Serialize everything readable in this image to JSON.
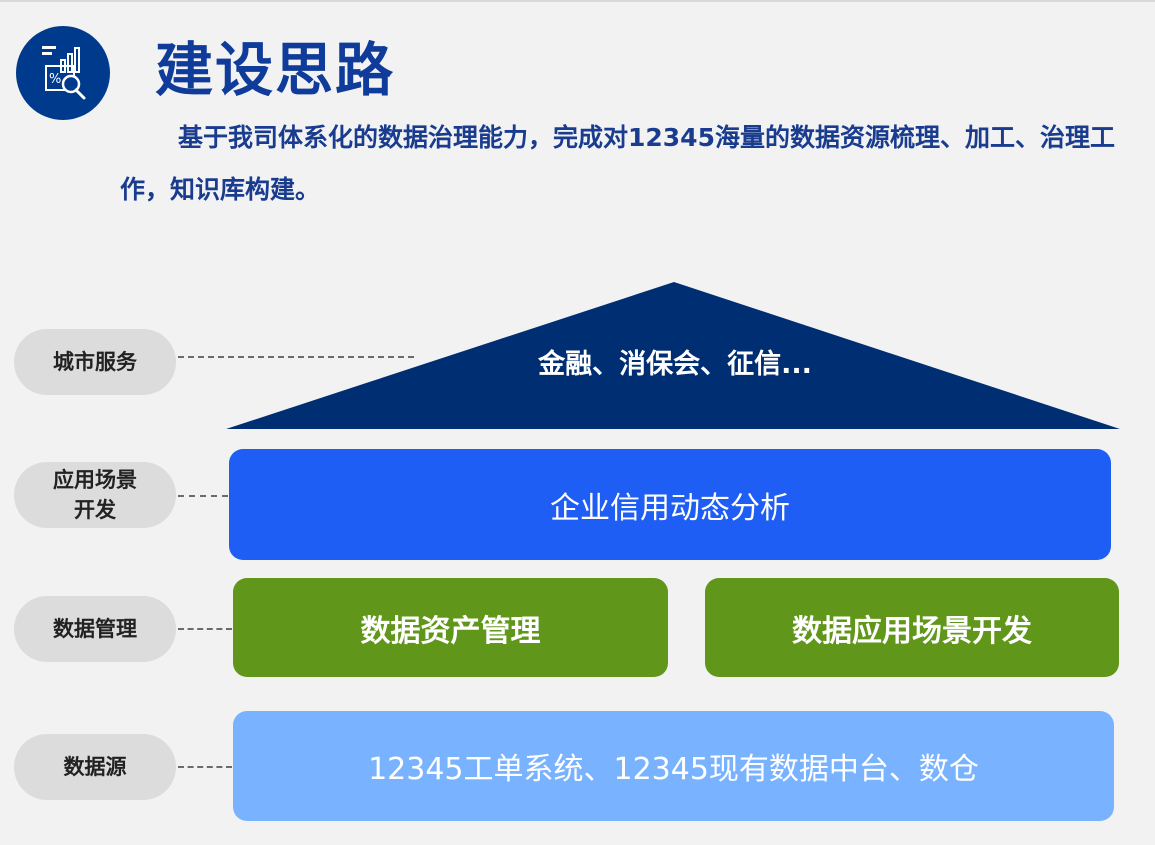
{
  "header": {
    "title": "建设思路",
    "description": "基于我司体系化的数据治理能力，完成对12345海量的数据资源梳理、加工、治理工作，知识库构建。",
    "logo_icon": "data-analytics-icon"
  },
  "layers": {
    "city_service": {
      "label": "城市服务",
      "content": "金融、消保会、征信..."
    },
    "app_scene": {
      "label_line1": "应用场景",
      "label_line2": "开发",
      "content": "企业信用动态分析"
    },
    "data_management": {
      "label": "数据管理",
      "content_left": "数据资产管理",
      "content_right": "数据应用场景开发"
    },
    "data_source": {
      "label": "数据源",
      "content": "12345工单系统、12345现有数据中台、数仓"
    }
  },
  "colors": {
    "title": "#0f3b9a",
    "triangle": "#002e73",
    "app_box": "#1f5ef5",
    "management_box": "#609619",
    "source_box": "#79b3ff",
    "label_bg": "#dcdcdc"
  }
}
